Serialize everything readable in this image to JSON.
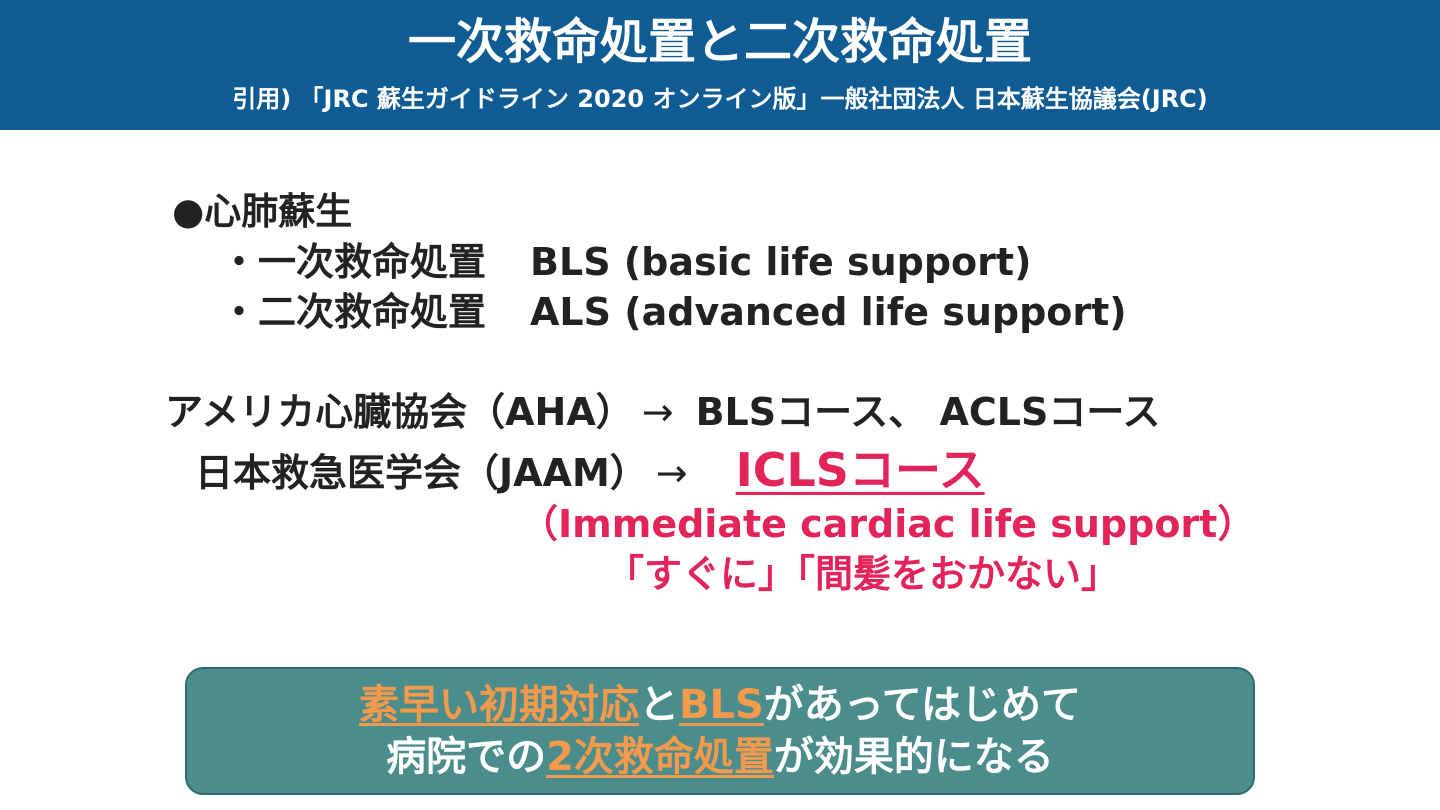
{
  "header": {
    "title": "一次救命処置と二次救命処置",
    "citation": "引用) 「JRC 蘇生ガイドライン 2020 オンライン版」一般社団法人 日本蘇生協議会(JRC)"
  },
  "body": {
    "heading": "●心肺蘇生",
    "items": [
      {
        "label": "・一次救命処置",
        "value": "BLS (basic life support)"
      },
      {
        "label": "・二次救命処置",
        "value": "ALS (advanced life support)"
      }
    ],
    "aha": {
      "org": "アメリカ心臓協会（AHA）",
      "arrow": "→",
      "courses": "BLSコース、 ACLSコース"
    },
    "jaam": {
      "org": "日本救急医学会（JAAM）",
      "arrow": "→",
      "course": "ICLSコース"
    },
    "icls_full": "（Immediate cardiac life support）",
    "icls_meaning": "「すぐに」「間髪をおかない」"
  },
  "callout": {
    "line1": {
      "hl1": "素早い初期対応",
      "t1": "と",
      "hl2": "BLS",
      "t2": "があってはじめて"
    },
    "line2": {
      "t1": "病院での",
      "hl1": "2次救命処置",
      "t2": "が効果的になる"
    }
  },
  "colors": {
    "header_bg": "#0f5b94",
    "accent_red": "#e3245a",
    "callout_bg": "#4b8c8c",
    "callout_highlight": "#f39a4c"
  }
}
